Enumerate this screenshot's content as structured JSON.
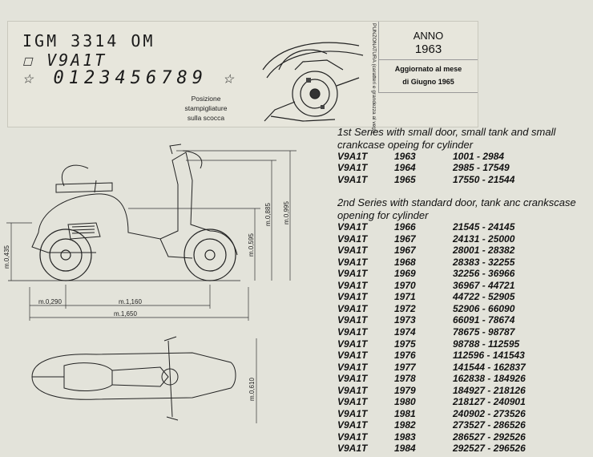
{
  "stamp": {
    "line1": "IGM 3314 OM",
    "line2": "☐ V9A1T",
    "line3": "☆ 0123456789 ☆",
    "position_label": [
      "Posizione",
      "stampigliature",
      "sulla scocca"
    ],
    "side_label": "PUNZONATURA (caratteri e grandezza al vero)"
  },
  "anno": {
    "label": "ANNO",
    "year": "1963",
    "updated_line1": "Aggiornato al mese",
    "updated_line2": "di Giugno 1965"
  },
  "dimensions": {
    "height_seat": "m.0,435",
    "front_overhang": "m.0,290",
    "wheelbase": "m.1,160",
    "length": "m.1,650",
    "height_saddle": "m.0,595",
    "height_handlebar": "m.0,885",
    "height_total": "m.0,995",
    "width": "m.0,610"
  },
  "series1": {
    "title": "1st Series with small door, small tank and small crankcase opeing for cylinder",
    "rows": [
      {
        "model": "V9A1T",
        "year": "1963",
        "range": "1001 - 2984"
      },
      {
        "model": "V9A1T",
        "year": "1964",
        "range": "2985 - 17549"
      },
      {
        "model": "V9A1T",
        "year": "1965",
        "range": "17550 - 21544"
      }
    ]
  },
  "series2": {
    "title": "2nd Series with standard door, tank anc crankscase opening for cylinder",
    "rows": [
      {
        "model": "V9A1T",
        "year": "1966",
        "range": "21545 - 24145"
      },
      {
        "model": "V9A1T",
        "year": "1967",
        "range": "24131 - 25000"
      },
      {
        "model": "V9A1T",
        "year": "1967",
        "range": "28001 - 28382"
      },
      {
        "model": "V9A1T",
        "year": "1968",
        "range": "28383 - 32255"
      },
      {
        "model": "V9A1T",
        "year": "1969",
        "range": "32256 - 36966"
      },
      {
        "model": "V9A1T",
        "year": "1970",
        "range": "36967 - 44721"
      },
      {
        "model": "V9A1T",
        "year": "1971",
        "range": "44722 - 52905"
      },
      {
        "model": "V9A1T",
        "year": "1972",
        "range": "52906 - 66090"
      },
      {
        "model": "V9A1T",
        "year": "1973",
        "range": "66091 - 78674"
      },
      {
        "model": "V9A1T",
        "year": "1974",
        "range": "78675 - 98787"
      },
      {
        "model": "V9A1T",
        "year": "1975",
        "range": "98788 - 112595"
      },
      {
        "model": "V9A1T",
        "year": "1976",
        "range": "112596 - 141543"
      },
      {
        "model": "V9A1T",
        "year": "1977",
        "range": "141544 - 162837"
      },
      {
        "model": "V9A1T",
        "year": "1978",
        "range": "162838 - 184926"
      },
      {
        "model": "V9A1T",
        "year": "1979",
        "range": "184927 - 218126"
      },
      {
        "model": "V9A1T",
        "year": "1980",
        "range": "218127 - 240901"
      },
      {
        "model": "V9A1T",
        "year": "1981",
        "range": "240902 - 273526"
      },
      {
        "model": "V9A1T",
        "year": "1982",
        "range": "273527 - 286526"
      },
      {
        "model": "V9A1T",
        "year": "1983",
        "range": "286527 - 292526"
      },
      {
        "model": "V9A1T",
        "year": "1984",
        "range": "292527 - 296526"
      }
    ]
  }
}
